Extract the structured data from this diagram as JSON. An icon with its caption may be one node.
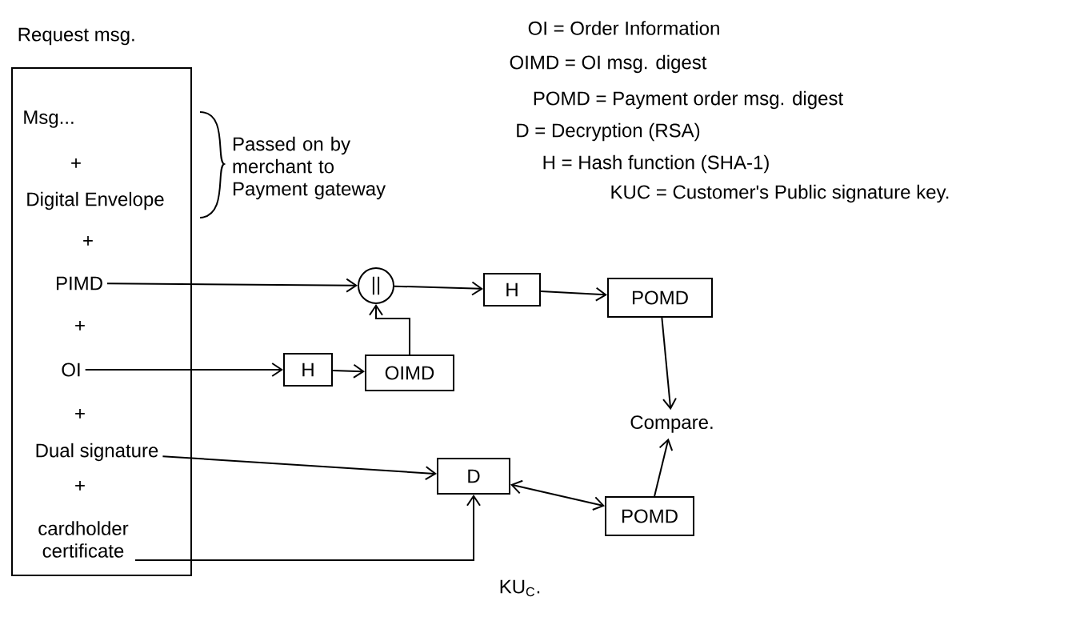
{
  "diagram": {
    "nodes": [
      {
        "text": [
          "Request msg."
        ]
      },
      {
        "text": [
          "Msg..."
        ],
        "in": 0
      },
      {
        "text": [
          "Digital Envelope"
        ],
        "in": 0
      },
      {
        "text": [
          "PIMD"
        ],
        "in": 0
      },
      {
        "text": [
          "OI"
        ],
        "in": 0
      },
      {
        "text": [
          "Dual signature"
        ],
        "in": 0
      },
      {
        "text": [
          "cardholder certificate"
        ],
        "in": 0
      },
      {
        "text": [
          "||"
        ]
      },
      {
        "text": [
          "H"
        ]
      },
      {
        "text": [
          "POMD"
        ]
      },
      {
        "text": [
          "H"
        ]
      },
      {
        "text": [
          "OIMD"
        ]
      },
      {
        "text": [
          "D"
        ]
      },
      {
        "text": [
          "POMD"
        ]
      },
      {
        "text": [
          "Compare."
        ]
      }
    ],
    "edges": [
      {
        "from": 3,
        "to": 7,
        "arrow": "to"
      },
      {
        "from": 7,
        "to": 8,
        "arrow": "to"
      },
      {
        "from": 8,
        "to": 9,
        "arrow": "to"
      },
      {
        "from": 4,
        "to": 10,
        "arrow": "to"
      },
      {
        "from": 10,
        "to": 11,
        "arrow": "to"
      },
      {
        "from": 11,
        "to": 7,
        "arrow": "to"
      },
      {
        "from": 9,
        "to": 14,
        "arrow": "to"
      },
      {
        "from": 5,
        "to": 12,
        "arrow": "to"
      },
      {
        "from": 12,
        "to": 13,
        "arrow": "both"
      },
      {
        "from": 13,
        "to": 14,
        "arrow": "to"
      },
      {
        "from": 6,
        "to": 12,
        "arrow": "to"
      }
    ],
    "labels": [
      "+",
      "+",
      "+",
      "+",
      "+",
      "Passed on by merchant to Payment gateway",
      "OI = Order Information",
      "OIMD = OI msg. digest",
      "POMD = Payment order msg. digest",
      "D = Decryption (RSA)",
      "H = Hash function (SHA-1)",
      "KUC = Customer's Public signature key.",
      "KU$_{C}$."
    ]
  }
}
